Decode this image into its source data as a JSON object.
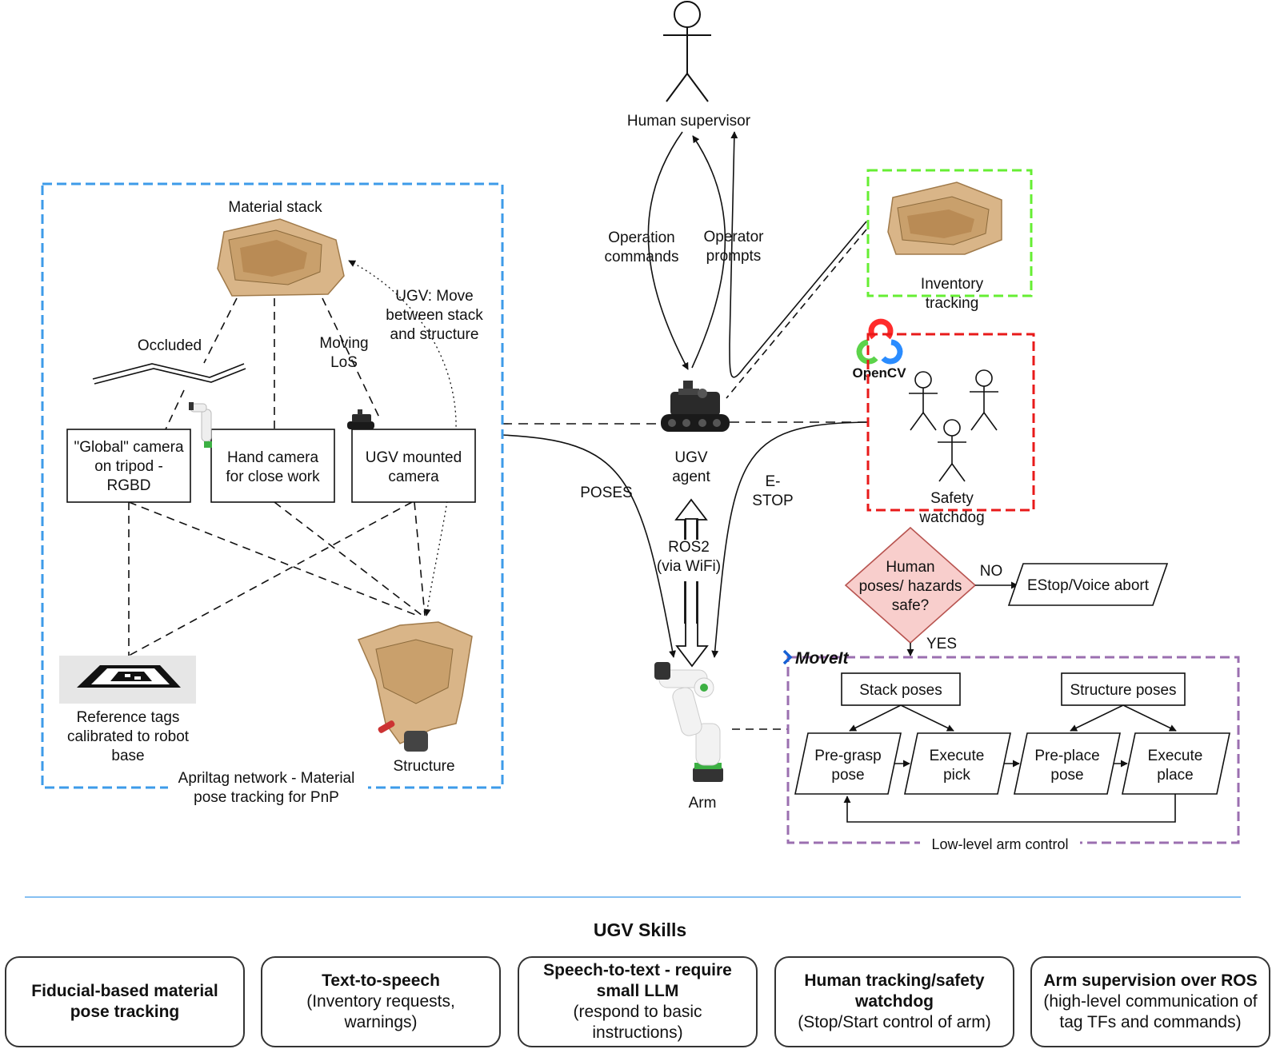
{
  "diagram": {
    "human_supervisor": "Human supervisor",
    "operation_commands": [
      "Operation",
      "commands"
    ],
    "operator_prompts": [
      "Operator",
      "prompts"
    ],
    "ugv_agent": [
      "UGV",
      "agent"
    ],
    "poses_label": "POSES",
    "estop_label": [
      "E-",
      "STOP"
    ],
    "ros2_label": [
      "ROS2",
      "(via WiFi)"
    ],
    "arm_label": "Arm",
    "inventory_tracking": [
      "Inventory",
      "tracking"
    ],
    "opencv_logo": "OpenCV",
    "safety_watchdog": [
      "Safety",
      "watchdog"
    ],
    "decision": [
      "Human",
      "poses/ hazards",
      "safe?"
    ],
    "no_label": "NO",
    "yes_label": "YES",
    "estop_voice_abort": "EStop/Voice abort",
    "moveit_logo": "MoveIt",
    "stack_poses": "Stack poses",
    "structure_poses": "Structure poses",
    "pre_grasp_pose": [
      "Pre-grasp",
      "pose"
    ],
    "execute_pick": [
      "Execute",
      "pick"
    ],
    "pre_place_pose": [
      "Pre-place",
      "pose"
    ],
    "execute_place": [
      "Execute",
      "place"
    ],
    "low_level_arm_control": "Low-level arm control",
    "material_stack": "Material stack",
    "occluded": "Occluded",
    "moving_los": [
      "Moving",
      "LoS"
    ],
    "ugv_move": [
      "UGV: Move",
      "between stack",
      "and structure"
    ],
    "global_camera": [
      "\"Global\" camera",
      "on tripod -",
      "RGBD"
    ],
    "hand_camera": [
      "Hand camera",
      "for close work"
    ],
    "ugv_mounted_camera": [
      "UGV mounted",
      "camera"
    ],
    "reference_tags": [
      "Reference tags",
      "calibrated to robot",
      "base"
    ],
    "structure": "Structure",
    "apriltag_network": [
      "Apriltag network - Material",
      "pose tracking for PnP"
    ]
  },
  "skills": {
    "title": "UGV Skills",
    "items": [
      {
        "title": "Fiducial-based material pose tracking",
        "subtitle": ""
      },
      {
        "title": "Text-to-speech",
        "subtitle": "(Inventory requests, warnings)"
      },
      {
        "title": "Speech-to-text - require small LLM",
        "subtitle": "(respond to basic instructions)"
      },
      {
        "title": "Human tracking/safety watchdog",
        "subtitle": "(Stop/Start control of arm)"
      },
      {
        "title": "Arm supervision over ROS",
        "subtitle": "(high-level communication of tag TFs and commands)"
      }
    ]
  },
  "colors": {
    "apriltag_box": "#3d9be9",
    "inventory_box": "#66ee33",
    "safety_box": "#e81a1a",
    "moveit_box": "#9b6fb0",
    "decision_fill": "#f8cecc",
    "decision_stroke": "#b85450",
    "divider": "#3d9be9"
  }
}
